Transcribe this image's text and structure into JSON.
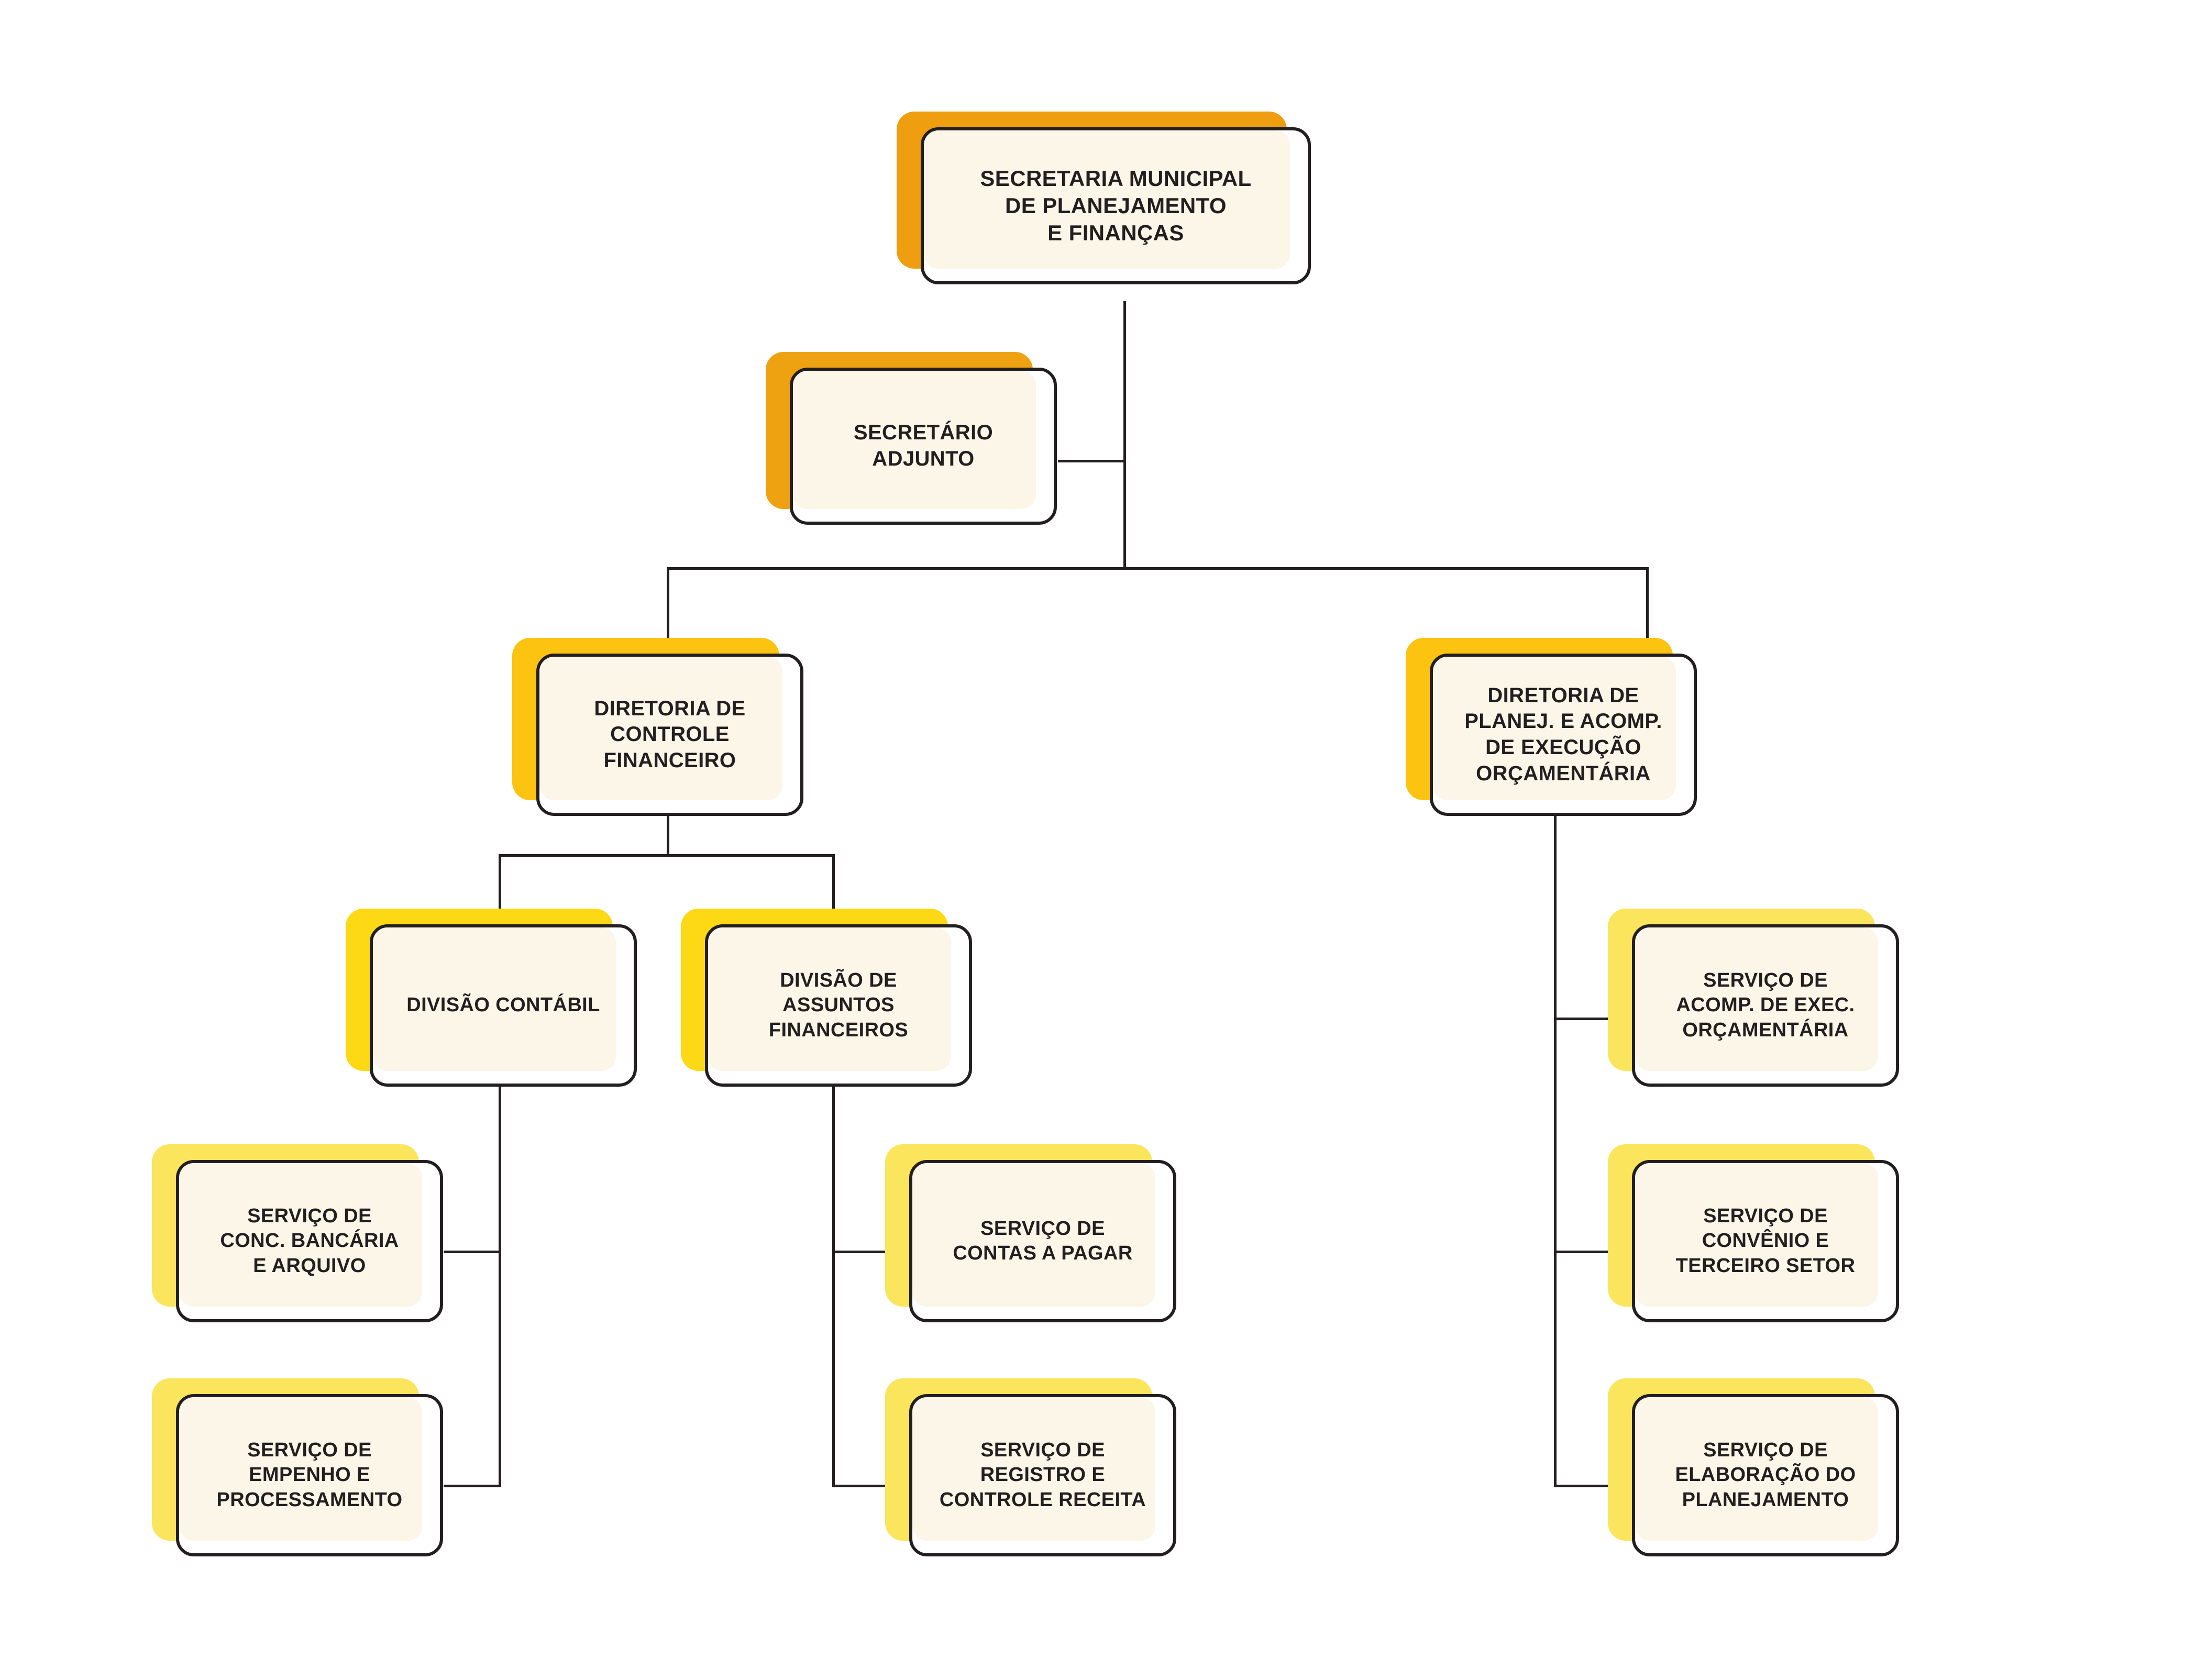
{
  "diagram": {
    "type": "organizational-chart",
    "title": "Organograma - Secretaria Municipal de Planejamento e Finanças",
    "palette": {
      "background": "#ffffff",
      "outline": "#231f20",
      "card_fill": "#ffffff",
      "card_tint": "#fcf6e8",
      "shadow_level_0": "#ee9e0e",
      "shadow_level_1": "#efa211",
      "shadow_level_2": "#fcc311",
      "shadow_level_3": "#fcd914",
      "shadow_level_4": "#fae55c"
    }
  },
  "nodes": {
    "root": {
      "id": "secretaria",
      "label": "SECRETARIA MUNICIPAL\nDE PLANEJAMENTO\nE FINANÇAS",
      "level": 0
    },
    "adjunto": {
      "id": "secretario-adjunto",
      "label": "SECRETÁRIO\nADJUNTO",
      "level": 1
    },
    "dir_controle": {
      "id": "diretoria-controle-financeiro",
      "label": "DIRETORIA DE\nCONTROLE\nFINANCEIRO",
      "level": 2
    },
    "dir_planej": {
      "id": "diretoria-planejamento-execucao",
      "label": "DIRETORIA DE\nPLANEJ. E ACOMP.\nDE EXECUÇÃO\nORÇAMENTÁRIA",
      "level": 2
    },
    "div_contabil": {
      "id": "divisao-contabil",
      "label": "DIVISÃO CONTÁBIL",
      "level": 3
    },
    "div_assuntos": {
      "id": "divisao-assuntos-financeiros",
      "label": "DIVISÃO DE\nASSUNTOS\nFINANCEIROS",
      "level": 3
    },
    "srv_conc_bancaria": {
      "id": "servico-conciliacao-bancaria-arquivo",
      "label": "SERVIÇO DE\nCONC. BANCÁRIA\nE ARQUIVO",
      "level": 4
    },
    "srv_empenho": {
      "id": "servico-empenho-processamento",
      "label": "SERVIÇO DE\nEMPENHO E\nPROCESSAMENTO",
      "level": 4
    },
    "srv_contas_pagar": {
      "id": "servico-contas-a-pagar",
      "label": "SERVIÇO DE\nCONTAS A PAGAR",
      "level": 4
    },
    "srv_registro_receita": {
      "id": "servico-registro-controle-receita",
      "label": "SERVIÇO DE\nREGISTRO E\nCONTROLE RECEITA",
      "level": 4
    },
    "srv_acomp_exec": {
      "id": "servico-acompanhamento-execucao-orcamentaria",
      "label": "SERVIÇO DE\nACOMP. DE EXEC.\nORÇAMENTÁRIA",
      "level": 4
    },
    "srv_convenio": {
      "id": "servico-convenio-terceiro-setor",
      "label": "SERVIÇO DE\nCONVÊNIO E\nTERCEIRO SETOR",
      "level": 4
    },
    "srv_elaboracao": {
      "id": "servico-elaboracao-planejamento",
      "label": "SERVIÇO DE\nELABORAÇÃO DO\nPLANEJAMENTO",
      "level": 4
    }
  },
  "hierarchy": [
    {
      "parent": "secretaria",
      "child": "secretario-adjunto"
    },
    {
      "parent": "secretaria",
      "child": "diretoria-controle-financeiro"
    },
    {
      "parent": "secretaria",
      "child": "diretoria-planejamento-execucao"
    },
    {
      "parent": "diretoria-controle-financeiro",
      "child": "divisao-contabil"
    },
    {
      "parent": "diretoria-controle-financeiro",
      "child": "divisao-assuntos-financeiros"
    },
    {
      "parent": "divisao-contabil",
      "child": "servico-conciliacao-bancaria-arquivo"
    },
    {
      "parent": "divisao-contabil",
      "child": "servico-empenho-processamento"
    },
    {
      "parent": "divisao-assuntos-financeiros",
      "child": "servico-contas-a-pagar"
    },
    {
      "parent": "divisao-assuntos-financeiros",
      "child": "servico-registro-controle-receita"
    },
    {
      "parent": "diretoria-planejamento-execucao",
      "child": "servico-acompanhamento-execucao-orcamentaria"
    },
    {
      "parent": "diretoria-planejamento-execucao",
      "child": "servico-convenio-terceiro-setor"
    },
    {
      "parent": "diretoria-planejamento-execucao",
      "child": "servico-elaboracao-planejamento"
    }
  ]
}
